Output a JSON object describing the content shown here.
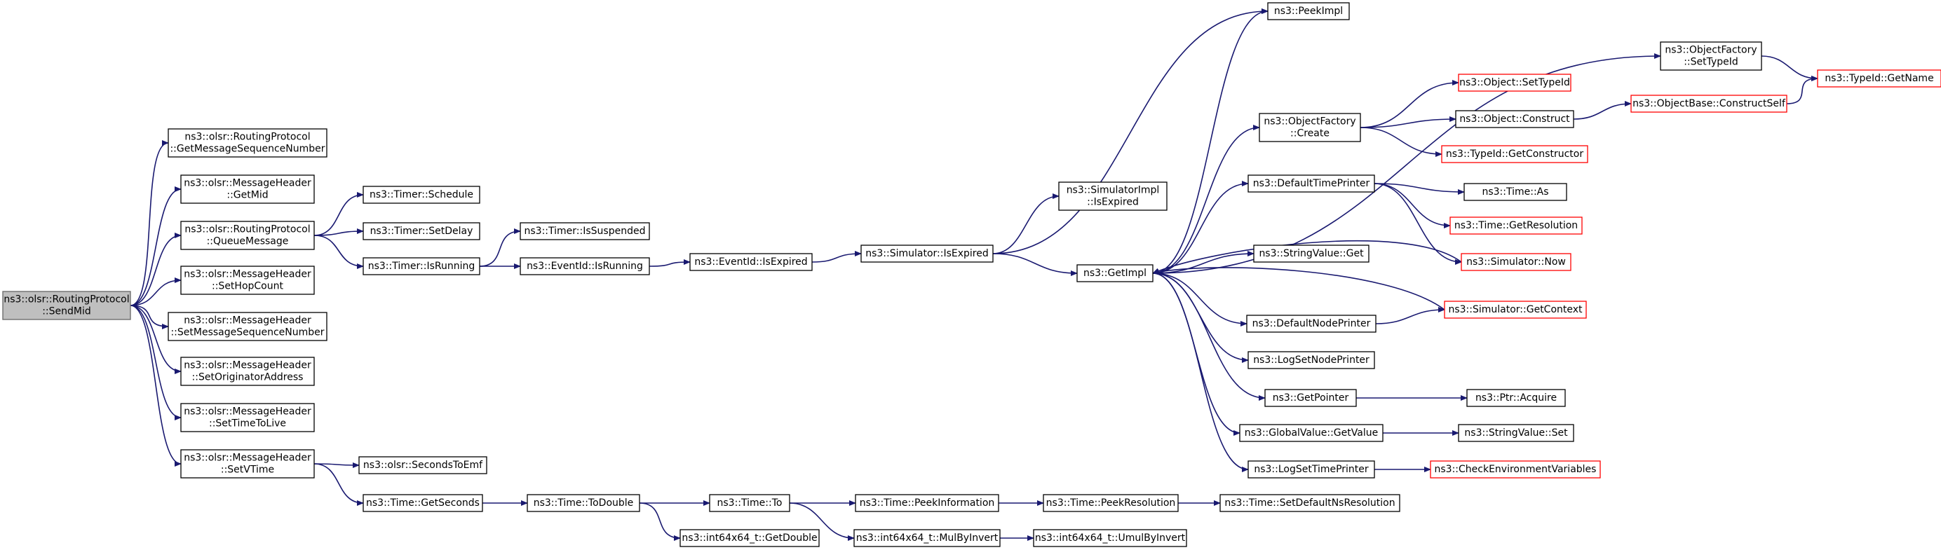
{
  "colors": {
    "edge": "#191970",
    "node_border": "#000000",
    "node_fill": "#ffffff",
    "root_fill": "#bfbfbf",
    "root_border": "#666666",
    "truncated_border": "#ff0000"
  },
  "nodes": [
    {
      "id": "sendmid",
      "lines": [
        "ns3::olsr::RoutingProtocol",
        "::SendMid"
      ],
      "root": true
    },
    {
      "id": "getseq",
      "lines": [
        "ns3::olsr::RoutingProtocol",
        "::GetMessageSequenceNumber"
      ]
    },
    {
      "id": "getmid",
      "lines": [
        "ns3::olsr::MessageHeader",
        "::GetMid"
      ]
    },
    {
      "id": "queuemsg",
      "lines": [
        "ns3::olsr::RoutingProtocol",
        "::QueueMessage"
      ]
    },
    {
      "id": "sethop",
      "lines": [
        "ns3::olsr::MessageHeader",
        "::SetHopCount"
      ]
    },
    {
      "id": "setmsn",
      "lines": [
        "ns3::olsr::MessageHeader",
        "::SetMessageSequenceNumber"
      ]
    },
    {
      "id": "setorig",
      "lines": [
        "ns3::olsr::MessageHeader",
        "::SetOriginatorAddress"
      ]
    },
    {
      "id": "setttl",
      "lines": [
        "ns3::olsr::MessageHeader",
        "::SetTimeToLive"
      ]
    },
    {
      "id": "setvtime",
      "lines": [
        "ns3::olsr::MessageHeader",
        "::SetVTime"
      ]
    },
    {
      "id": "schedule",
      "lines": [
        "ns3::Timer::Schedule"
      ]
    },
    {
      "id": "setdelay",
      "lines": [
        "ns3::Timer::SetDelay"
      ]
    },
    {
      "id": "isrunning",
      "lines": [
        "ns3::Timer::IsRunning"
      ]
    },
    {
      "id": "issuspended",
      "lines": [
        "ns3::Timer::IsSuspended"
      ]
    },
    {
      "id": "evisrunning",
      "lines": [
        "ns3::EventId::IsRunning"
      ]
    },
    {
      "id": "evisexpired",
      "lines": [
        "ns3::EventId::IsExpired"
      ]
    },
    {
      "id": "simisexpired",
      "lines": [
        "ns3::Simulator::IsExpired"
      ]
    },
    {
      "id": "simimplisexpired",
      "lines": [
        "ns3::SimulatorImpl",
        "::IsExpired"
      ]
    },
    {
      "id": "getimpl",
      "lines": [
        "ns3::GetImpl"
      ]
    },
    {
      "id": "peekimpl",
      "lines": [
        "ns3::PeekImpl"
      ]
    },
    {
      "id": "ofsettypeid",
      "lines": [
        "ns3::ObjectFactory",
        "::SetTypeId"
      ]
    },
    {
      "id": "typeidgetname",
      "lines": [
        "ns3::TypeId::GetName"
      ],
      "truncated": true
    },
    {
      "id": "ofcreate",
      "lines": [
        "ns3::ObjectFactory",
        "::Create"
      ]
    },
    {
      "id": "objsettypeid",
      "lines": [
        "ns3::Object::SetTypeId"
      ],
      "truncated": true
    },
    {
      "id": "objconstruct",
      "lines": [
        "ns3::Object::Construct"
      ]
    },
    {
      "id": "objbaseconstructself",
      "lines": [
        "ns3::ObjectBase::ConstructSelf"
      ],
      "truncated": true
    },
    {
      "id": "typeidgetconstructor",
      "lines": [
        "ns3::TypeId::GetConstructor"
      ],
      "truncated": true
    },
    {
      "id": "deftimeprinter",
      "lines": [
        "ns3::DefaultTimePrinter"
      ]
    },
    {
      "id": "timeas",
      "lines": [
        "ns3::Time::As"
      ]
    },
    {
      "id": "timegetres",
      "lines": [
        "ns3::Time::GetResolution"
      ],
      "truncated": true
    },
    {
      "id": "simnow",
      "lines": [
        "ns3::Simulator::Now"
      ],
      "truncated": true
    },
    {
      "id": "stringvalueget",
      "lines": [
        "ns3::StringValue::Get"
      ]
    },
    {
      "id": "defnodeprinter",
      "lines": [
        "ns3::DefaultNodePrinter"
      ]
    },
    {
      "id": "simgetcontext",
      "lines": [
        "ns3::Simulator::GetContext"
      ],
      "truncated": true
    },
    {
      "id": "logsetnodeprinter",
      "lines": [
        "ns3::LogSetNodePrinter"
      ]
    },
    {
      "id": "getpointer",
      "lines": [
        "ns3::GetPointer"
      ]
    },
    {
      "id": "ptracquire",
      "lines": [
        "ns3::Ptr::Acquire"
      ]
    },
    {
      "id": "gvgetvalue",
      "lines": [
        "ns3::GlobalValue::GetValue"
      ]
    },
    {
      "id": "stringvalueset",
      "lines": [
        "ns3::StringValue::Set"
      ]
    },
    {
      "id": "logsettimeprinter",
      "lines": [
        "ns3::LogSetTimePrinter"
      ]
    },
    {
      "id": "checkenv",
      "lines": [
        "ns3::CheckEnvironmentVariables"
      ],
      "truncated": true
    },
    {
      "id": "secondstoemf",
      "lines": [
        "ns3::olsr::SecondsToEmf"
      ]
    },
    {
      "id": "timegetseconds",
      "lines": [
        "ns3::Time::GetSeconds"
      ]
    },
    {
      "id": "timetodouble",
      "lines": [
        "ns3::Time::ToDouble"
      ]
    },
    {
      "id": "timeto",
      "lines": [
        "ns3::Time::To"
      ]
    },
    {
      "id": "timepeekinfo",
      "lines": [
        "ns3::Time::PeekInformation"
      ]
    },
    {
      "id": "timepeekres",
      "lines": [
        "ns3::Time::PeekResolution"
      ]
    },
    {
      "id": "timesetdefault",
      "lines": [
        "ns3::Time::SetDefaultNsResolution"
      ]
    },
    {
      "id": "int64getdouble",
      "lines": [
        "ns3::int64x64_t::GetDouble"
      ]
    },
    {
      "id": "int64mulbyinvert",
      "lines": [
        "ns3::int64x64_t::MulByInvert"
      ]
    },
    {
      "id": "int64umulbyinvert",
      "lines": [
        "ns3::int64x64_t::UmulByInvert"
      ]
    }
  ],
  "edges": [
    [
      "sendmid",
      "getseq"
    ],
    [
      "sendmid",
      "getmid"
    ],
    [
      "sendmid",
      "queuemsg"
    ],
    [
      "sendmid",
      "sethop"
    ],
    [
      "sendmid",
      "setmsn"
    ],
    [
      "sendmid",
      "setorig"
    ],
    [
      "sendmid",
      "setttl"
    ],
    [
      "sendmid",
      "setvtime"
    ],
    [
      "queuemsg",
      "schedule"
    ],
    [
      "queuemsg",
      "setdelay"
    ],
    [
      "queuemsg",
      "isrunning"
    ],
    [
      "isrunning",
      "issuspended"
    ],
    [
      "isrunning",
      "evisrunning"
    ],
    [
      "evisrunning",
      "evisexpired"
    ],
    [
      "evisexpired",
      "simisexpired"
    ],
    [
      "simisexpired",
      "simimplisexpired"
    ],
    [
      "simisexpired",
      "getimpl"
    ],
    [
      "simisexpired",
      "peekimpl"
    ],
    [
      "getimpl",
      "peekimpl"
    ],
    [
      "getimpl",
      "ofsettypeid"
    ],
    [
      "getimpl",
      "ofcreate"
    ],
    [
      "getimpl",
      "deftimeprinter"
    ],
    [
      "getimpl",
      "stringvalueget"
    ],
    [
      "getimpl",
      "defnodeprinter"
    ],
    [
      "getimpl",
      "logsetnodeprinter"
    ],
    [
      "getimpl",
      "getpointer"
    ],
    [
      "getimpl",
      "gvgetvalue"
    ],
    [
      "getimpl",
      "logsettimeprinter"
    ],
    [
      "ofsettypeid",
      "typeidgetname"
    ],
    [
      "ofcreate",
      "objsettypeid"
    ],
    [
      "ofcreate",
      "objconstruct"
    ],
    [
      "ofcreate",
      "typeidgetconstructor"
    ],
    [
      "objconstruct",
      "objbaseconstructself"
    ],
    [
      "objbaseconstructself",
      "typeidgetname"
    ],
    [
      "deftimeprinter",
      "timeas"
    ],
    [
      "deftimeprinter",
      "timegetres"
    ],
    [
      "deftimeprinter",
      "simnow"
    ],
    [
      "simnow",
      "getimpl"
    ],
    [
      "defnodeprinter",
      "simgetcontext"
    ],
    [
      "simgetcontext",
      "getimpl"
    ],
    [
      "getpointer",
      "ptracquire"
    ],
    [
      "gvgetvalue",
      "stringvalueset"
    ],
    [
      "logsettimeprinter",
      "checkenv"
    ],
    [
      "setvtime",
      "secondstoemf"
    ],
    [
      "setvtime",
      "timegetseconds"
    ],
    [
      "timegetseconds",
      "timetodouble"
    ],
    [
      "timetodouble",
      "timeto"
    ],
    [
      "timetodouble",
      "int64getdouble"
    ],
    [
      "timeto",
      "timepeekinfo"
    ],
    [
      "timeto",
      "int64mulbyinvert"
    ],
    [
      "timepeekinfo",
      "timepeekres"
    ],
    [
      "timepeekres",
      "timesetdefault"
    ],
    [
      "int64mulbyinvert",
      "int64umulbyinvert"
    ]
  ]
}
